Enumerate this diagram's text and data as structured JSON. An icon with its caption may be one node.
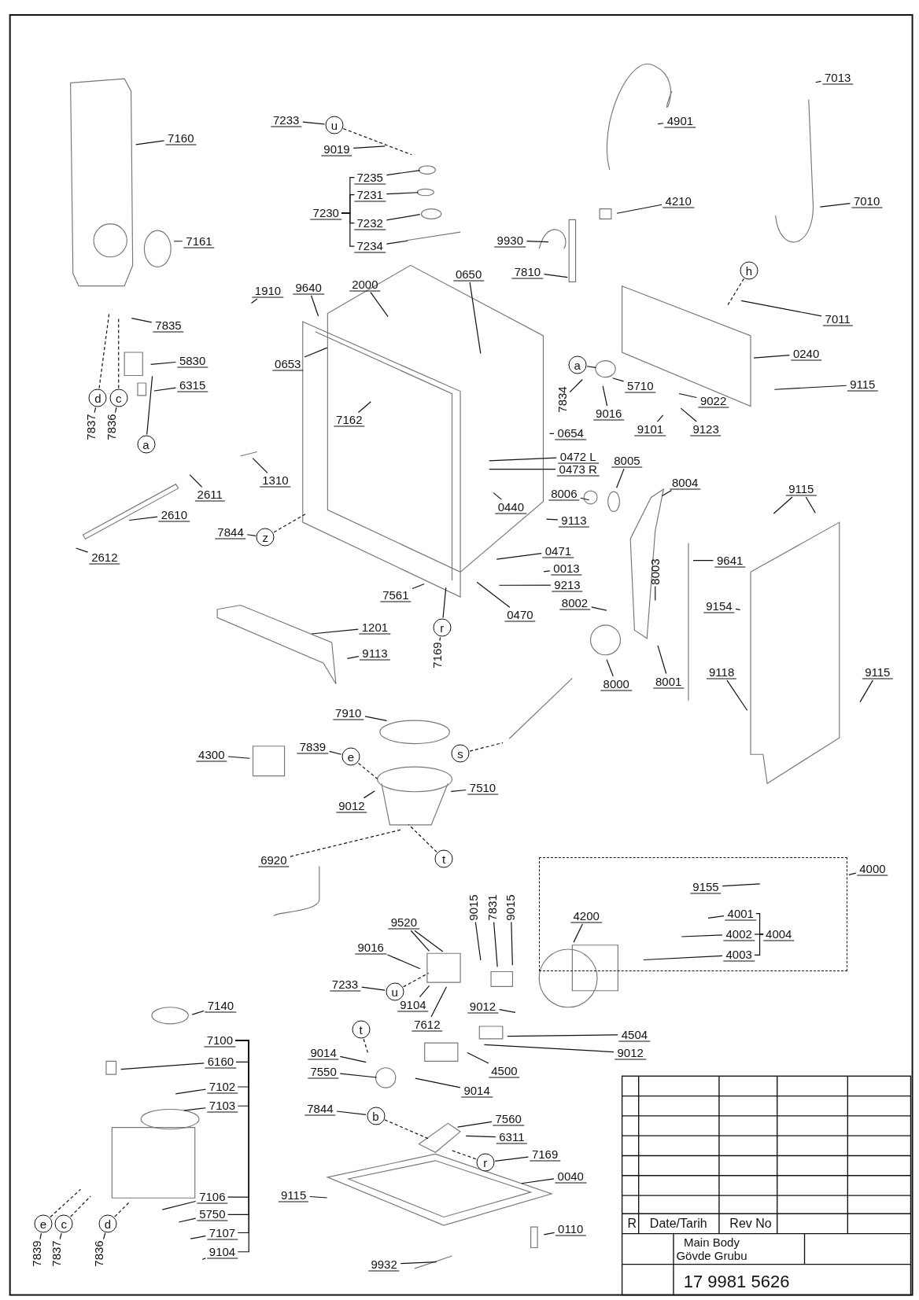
{
  "diagram": {
    "nodes": [
      {
        "text": [
          "7160"
        ]
      },
      {
        "text": [
          "7161"
        ]
      },
      {
        "text": [
          "7835"
        ]
      },
      {
        "text": [
          "5830"
        ]
      },
      {
        "text": [
          "6315"
        ]
      },
      {
        "text": [
          "d"
        ]
      },
      {
        "text": [
          "c"
        ]
      },
      {
        "text": [
          "a"
        ]
      },
      {
        "text": [
          "7837"
        ]
      },
      {
        "text": [
          "7836"
        ]
      },
      {
        "text": [
          "7233"
        ]
      },
      {
        "text": [
          "u"
        ]
      },
      {
        "text": [
          "9019"
        ]
      },
      {
        "text": [
          "7230"
        ]
      },
      {
        "text": [
          "7235"
        ]
      },
      {
        "text": [
          "7231"
        ]
      },
      {
        "text": [
          "7232"
        ]
      },
      {
        "text": [
          "7234"
        ]
      },
      {
        "text": [
          "4901"
        ]
      },
      {
        "text": [
          "4210"
        ]
      },
      {
        "text": [
          "7013"
        ]
      },
      {
        "text": [
          "7010"
        ]
      },
      {
        "text": [
          "9930"
        ]
      },
      {
        "text": [
          "7810"
        ]
      },
      {
        "text": [
          "h"
        ]
      },
      {
        "text": [
          "7011"
        ]
      },
      {
        "text": [
          "0240"
        ]
      },
      {
        "text": [
          "9115"
        ]
      },
      {
        "text": [
          "1910"
        ]
      },
      {
        "text": [
          "9640"
        ]
      },
      {
        "text": [
          "2000"
        ]
      },
      {
        "text": [
          "0650"
        ]
      },
      {
        "text": [
          "0653"
        ]
      },
      {
        "text": [
          "7162"
        ]
      },
      {
        "text": [
          "a"
        ]
      },
      {
        "text": [
          "7834"
        ]
      },
      {
        "text": [
          "5710"
        ]
      },
      {
        "text": [
          "9016"
        ]
      },
      {
        "text": [
          "9101"
        ]
      },
      {
        "text": [
          "9022"
        ]
      },
      {
        "text": [
          "9123"
        ]
      },
      {
        "text": [
          "0654"
        ]
      },
      {
        "text": [
          "0472 L"
        ]
      },
      {
        "text": [
          "0473 R"
        ]
      },
      {
        "text": [
          "8005"
        ]
      },
      {
        "text": [
          "0440"
        ]
      },
      {
        "text": [
          "8006"
        ]
      },
      {
        "text": [
          "8004"
        ]
      },
      {
        "text": [
          "9115"
        ]
      },
      {
        "text": [
          "1310"
        ]
      },
      {
        "text": [
          "2611"
        ]
      },
      {
        "text": [
          "2610"
        ]
      },
      {
        "text": [
          "2612"
        ]
      },
      {
        "text": [
          "7844"
        ]
      },
      {
        "text": [
          "z"
        ]
      },
      {
        "text": [
          "9113"
        ]
      },
      {
        "text": [
          "0471"
        ]
      },
      {
        "text": [
          "0013"
        ]
      },
      {
        "text": [
          "9213"
        ]
      },
      {
        "text": [
          "0470"
        ]
      },
      {
        "text": [
          "8002"
        ]
      },
      {
        "text": [
          "8003"
        ]
      },
      {
        "text": [
          "9641"
        ]
      },
      {
        "text": [
          "9154"
        ]
      },
      {
        "text": [
          "7561"
        ]
      },
      {
        "text": [
          "r"
        ]
      },
      {
        "text": [
          "7169"
        ]
      },
      {
        "text": [
          "1201"
        ]
      },
      {
        "text": [
          "9113"
        ]
      },
      {
        "text": [
          "8000"
        ]
      },
      {
        "text": [
          "8001"
        ]
      },
      {
        "text": [
          "9118"
        ]
      },
      {
        "text": [
          "9115"
        ]
      },
      {
        "text": [
          "7910"
        ]
      },
      {
        "text": [
          "7839"
        ]
      },
      {
        "text": [
          "e"
        ]
      },
      {
        "text": [
          "4300"
        ]
      },
      {
        "text": [
          "9012"
        ]
      },
      {
        "text": [
          "s"
        ]
      },
      {
        "text": [
          "7510"
        ]
      },
      {
        "text": [
          "t"
        ]
      },
      {
        "text": [
          "6920"
        ]
      },
      {
        "text": [
          "4000"
        ]
      },
      {
        "text": [],
        "shape": "box"
      },
      {
        "text": [
          "9155"
        ],
        "in": 83
      },
      {
        "text": [
          "4200"
        ],
        "in": 83
      },
      {
        "text": [
          "4001"
        ],
        "in": 83
      },
      {
        "text": [
          "4002"
        ],
        "in": 83
      },
      {
        "text": [
          "4003"
        ],
        "in": 83
      },
      {
        "text": [
          "4004"
        ],
        "in": 83
      },
      {
        "text": [
          "9015"
        ]
      },
      {
        "text": [
          "7831"
        ]
      },
      {
        "text": [
          "9015"
        ]
      },
      {
        "text": [
          "9520"
        ]
      },
      {
        "text": [
          "9016"
        ]
      },
      {
        "text": [
          "7233"
        ]
      },
      {
        "text": [
          "u"
        ]
      },
      {
        "text": [
          "9104"
        ]
      },
      {
        "text": [
          "7612"
        ]
      },
      {
        "text": [
          "9012"
        ]
      },
      {
        "text": [
          "4504"
        ]
      },
      {
        "text": [
          "7140"
        ]
      },
      {
        "text": [
          "7100"
        ]
      },
      {
        "text": [
          "6160"
        ]
      },
      {
        "text": [
          "7102"
        ]
      },
      {
        "text": [
          "7103"
        ]
      },
      {
        "text": [
          "7106"
        ]
      },
      {
        "text": [
          "5750"
        ]
      },
      {
        "text": [
          "7107"
        ]
      },
      {
        "text": [
          "9104"
        ]
      },
      {
        "text": [
          "9012"
        ]
      },
      {
        "text": [
          "t"
        ]
      },
      {
        "text": [
          "9014"
        ]
      },
      {
        "text": [
          "7550"
        ]
      },
      {
        "text": [
          "4500"
        ]
      },
      {
        "text": [
          "9014"
        ]
      },
      {
        "text": [
          "7844"
        ]
      },
      {
        "text": [
          "b"
        ]
      },
      {
        "text": [
          "7560"
        ]
      },
      {
        "text": [
          "6311"
        ]
      },
      {
        "text": [
          "r"
        ]
      },
      {
        "text": [
          "7169"
        ]
      },
      {
        "text": [
          "0040"
        ]
      },
      {
        "text": [
          "9115"
        ]
      },
      {
        "text": [
          "0110"
        ]
      },
      {
        "text": [
          "e"
        ]
      },
      {
        "text": [
          "c"
        ]
      },
      {
        "text": [
          "d"
        ]
      },
      {
        "text": [
          "7839"
        ]
      },
      {
        "text": [
          "7837"
        ]
      },
      {
        "text": [
          "7836"
        ]
      },
      {
        "text": [
          "9932"
        ]
      }
    ],
    "edges": [
      {
        "from": 0,
        "to": null,
        "arrow": "none"
      },
      {
        "from": 1,
        "to": null,
        "arrow": "none"
      },
      {
        "from": 2,
        "to": null,
        "arrow": "none"
      },
      {
        "from": 3,
        "to": null,
        "arrow": "none"
      },
      {
        "from": 4,
        "to": null,
        "arrow": "none"
      },
      {
        "from": 5,
        "to": null,
        "arrow": "none",
        "style": "dashed"
      },
      {
        "from": 6,
        "to": null,
        "arrow": "none",
        "style": "dashed"
      },
      {
        "from": 7,
        "to": null,
        "arrow": "none"
      },
      {
        "from": 8,
        "to": 5,
        "arrow": "none"
      },
      {
        "from": 9,
        "to": 6,
        "arrow": "none"
      },
      {
        "from": 10,
        "to": 11,
        "arrow": "none"
      },
      {
        "from": 11,
        "to": null,
        "arrow": "none",
        "style": "dashed"
      },
      {
        "from": 12,
        "to": null,
        "arrow": "none"
      },
      {
        "from": 13,
        "to": 14,
        "arrow": "none"
      },
      {
        "from": 13,
        "to": 15,
        "arrow": "none"
      },
      {
        "from": 13,
        "to": 16,
        "arrow": "none"
      },
      {
        "from": 13,
        "to": 17,
        "arrow": "none"
      },
      {
        "from": 14,
        "to": null,
        "arrow": "none"
      },
      {
        "from": 15,
        "to": null,
        "arrow": "none"
      },
      {
        "from": 16,
        "to": null,
        "arrow": "none"
      },
      {
        "from": 17,
        "to": null,
        "arrow": "none"
      },
      {
        "from": 18,
        "to": null,
        "arrow": "none"
      },
      {
        "from": 19,
        "to": null,
        "arrow": "none"
      },
      {
        "from": 20,
        "to": null,
        "arrow": "none"
      },
      {
        "from": 21,
        "to": null,
        "arrow": "none"
      },
      {
        "from": 22,
        "to": null,
        "arrow": "none"
      },
      {
        "from": 23,
        "to": null,
        "arrow": "none"
      },
      {
        "from": 24,
        "to": null,
        "arrow": "none",
        "style": "dashed"
      },
      {
        "from": 25,
        "to": null,
        "arrow": "none"
      },
      {
        "from": 26,
        "to": null,
        "arrow": "none"
      },
      {
        "from": 27,
        "to": null,
        "arrow": "none"
      },
      {
        "from": 28,
        "to": null,
        "arrow": "none"
      },
      {
        "from": 29,
        "to": null,
        "arrow": "none"
      },
      {
        "from": 30,
        "to": null,
        "arrow": "none"
      },
      {
        "from": 31,
        "to": null,
        "arrow": "none"
      },
      {
        "from": 32,
        "to": null,
        "arrow": "none"
      },
      {
        "from": 33,
        "to": null,
        "arrow": "none"
      },
      {
        "from": 34,
        "to": null,
        "arrow": "none"
      },
      {
        "from": 35,
        "to": null,
        "arrow": "none"
      },
      {
        "from": 36,
        "to": null,
        "arrow": "none"
      },
      {
        "from": 37,
        "to": null,
        "arrow": "none"
      },
      {
        "from": 38,
        "to": null,
        "arrow": "none"
      },
      {
        "from": 39,
        "to": null,
        "arrow": "none"
      },
      {
        "from": 40,
        "to": null,
        "arrow": "none"
      },
      {
        "from": 41,
        "to": null,
        "arrow": "none"
      },
      {
        "from": 42,
        "to": null,
        "arrow": "none"
      },
      {
        "from": 43,
        "to": null,
        "arrow": "none"
      },
      {
        "from": 44,
        "to": null,
        "arrow": "none"
      },
      {
        "from": 45,
        "to": null,
        "arrow": "none"
      },
      {
        "from": 46,
        "to": null,
        "arrow": "none"
      },
      {
        "from": 47,
        "to": null,
        "arrow": "none"
      },
      {
        "from": 48,
        "to": null,
        "arrow": "none"
      },
      {
        "from": 48,
        "to": null,
        "arrow": "none"
      },
      {
        "from": 49,
        "to": null,
        "arrow": "none"
      },
      {
        "from": 50,
        "to": null,
        "arrow": "none"
      },
      {
        "from": 51,
        "to": null,
        "arrow": "none"
      },
      {
        "from": 52,
        "to": null,
        "arrow": "none"
      },
      {
        "from": 53,
        "to": 54,
        "arrow": "none"
      },
      {
        "from": 54,
        "to": null,
        "arrow": "none",
        "style": "dashed"
      },
      {
        "from": 55,
        "to": null,
        "arrow": "none"
      },
      {
        "from": 56,
        "to": null,
        "arrow": "none"
      },
      {
        "from": 57,
        "to": null,
        "arrow": "none"
      },
      {
        "from": 58,
        "to": null,
        "arrow": "none"
      },
      {
        "from": 59,
        "to": null,
        "arrow": "none"
      },
      {
        "from": 60,
        "to": null,
        "arrow": "none"
      },
      {
        "from": 61,
        "to": null,
        "arrow": "none"
      },
      {
        "from": 62,
        "to": null,
        "arrow": "none"
      },
      {
        "from": 63,
        "to": null,
        "arrow": "none"
      },
      {
        "from": 64,
        "to": null,
        "arrow": "none"
      },
      {
        "from": 65,
        "to": null,
        "arrow": "none"
      },
      {
        "from": 66,
        "to": 65,
        "arrow": "none"
      },
      {
        "from": 67,
        "to": null,
        "arrow": "none"
      },
      {
        "from": 68,
        "to": null,
        "arrow": "none"
      },
      {
        "from": 69,
        "to": null,
        "arrow": "none"
      },
      {
        "from": 70,
        "to": null,
        "arrow": "none"
      },
      {
        "from": 71,
        "to": null,
        "arrow": "none"
      },
      {
        "from": 72,
        "to": null,
        "arrow": "none"
      },
      {
        "from": 73,
        "to": null,
        "arrow": "none"
      },
      {
        "from": 74,
        "to": 75,
        "arrow": "none"
      },
      {
        "from": 75,
        "to": null,
        "arrow": "none",
        "style": "dashed"
      },
      {
        "from": 76,
        "to": null,
        "arrow": "none"
      },
      {
        "from": 77,
        "to": null,
        "arrow": "none"
      },
      {
        "from": 78,
        "to": null,
        "arrow": "none",
        "style": "dashed"
      },
      {
        "from": 79,
        "to": null,
        "arrow": "none"
      },
      {
        "from": 80,
        "to": null,
        "arrow": "none",
        "style": "dashed"
      },
      {
        "from": 81,
        "to": null,
        "arrow": "none",
        "style": "dashed"
      },
      {
        "from": 82,
        "to": 83,
        "arrow": "none"
      },
      {
        "from": 84,
        "to": null,
        "arrow": "none"
      },
      {
        "from": 85,
        "to": null,
        "arrow": "none"
      },
      {
        "from": 86,
        "to": null,
        "arrow": "none"
      },
      {
        "from": 87,
        "to": null,
        "arrow": "none"
      },
      {
        "from": 88,
        "to": null,
        "arrow": "none"
      },
      {
        "from": 89,
        "to": 86,
        "arrow": "none"
      },
      {
        "from": 89,
        "to": 87,
        "arrow": "none"
      },
      {
        "from": 89,
        "to": 88,
        "arrow": "none"
      },
      {
        "from": 90,
        "to": null,
        "arrow": "none"
      },
      {
        "from": 91,
        "to": null,
        "arrow": "none"
      },
      {
        "from": 92,
        "to": null,
        "arrow": "none"
      },
      {
        "from": 93,
        "to": null,
        "arrow": "none"
      },
      {
        "from": 93,
        "to": null,
        "arrow": "none"
      },
      {
        "from": 94,
        "to": null,
        "arrow": "none"
      },
      {
        "from": 95,
        "to": 96,
        "arrow": "none"
      },
      {
        "from": 96,
        "to": null,
        "arrow": "none",
        "style": "dashed"
      },
      {
        "from": 97,
        "to": null,
        "arrow": "none"
      },
      {
        "from": 98,
        "to": null,
        "arrow": "none"
      },
      {
        "from": 99,
        "to": null,
        "arrow": "none"
      },
      {
        "from": 100,
        "to": null,
        "arrow": "none"
      },
      {
        "from": 101,
        "to": null,
        "arrow": "none"
      },
      {
        "from": 102,
        "to": 103,
        "arrow": "none"
      },
      {
        "from": 102,
        "to": 104,
        "arrow": "none"
      },
      {
        "from": 102,
        "to": 105,
        "arrow": "none"
      },
      {
        "from": 102,
        "to": 106,
        "arrow": "none"
      },
      {
        "from": 102,
        "to": 107,
        "arrow": "none"
      },
      {
        "from": 102,
        "to": 108,
        "arrow": "none"
      },
      {
        "from": 102,
        "to": 109,
        "arrow": "none"
      },
      {
        "from": 103,
        "to": null,
        "arrow": "none"
      },
      {
        "from": 104,
        "to": null,
        "arrow": "none"
      },
      {
        "from": 105,
        "to": null,
        "arrow": "none"
      },
      {
        "from": 106,
        "to": null,
        "arrow": "none"
      },
      {
        "from": 107,
        "to": null,
        "arrow": "none"
      },
      {
        "from": 108,
        "to": null,
        "arrow": "none"
      },
      {
        "from": 109,
        "to": null,
        "arrow": "none"
      },
      {
        "from": 110,
        "to": null,
        "arrow": "none"
      },
      {
        "from": 111,
        "to": null,
        "arrow": "none",
        "style": "dashed"
      },
      {
        "from": 112,
        "to": null,
        "arrow": "none"
      },
      {
        "from": 113,
        "to": null,
        "arrow": "none"
      },
      {
        "from": 114,
        "to": null,
        "arrow": "none"
      },
      {
        "from": 115,
        "to": null,
        "arrow": "none"
      },
      {
        "from": 116,
        "to": 117,
        "arrow": "none"
      },
      {
        "from": 117,
        "to": null,
        "arrow": "none",
        "style": "dashed"
      },
      {
        "from": 118,
        "to": null,
        "arrow": "none"
      },
      {
        "from": 119,
        "to": null,
        "arrow": "none"
      },
      {
        "from": 120,
        "to": null,
        "arrow": "none",
        "style": "dashed"
      },
      {
        "from": 121,
        "to": 120,
        "arrow": "none"
      },
      {
        "from": 122,
        "to": null,
        "arrow": "none"
      },
      {
        "from": 123,
        "to": null,
        "arrow": "none"
      },
      {
        "from": 124,
        "to": null,
        "arrow": "none"
      },
      {
        "from": 125,
        "to": null,
        "arrow": "none",
        "style": "dashed"
      },
      {
        "from": 126,
        "to": null,
        "arrow": "none",
        "style": "dashed"
      },
      {
        "from": 127,
        "to": null,
        "arrow": "none",
        "style": "dashed"
      },
      {
        "from": 128,
        "to": 125,
        "arrow": "none"
      },
      {
        "from": 129,
        "to": 126,
        "arrow": "none"
      },
      {
        "from": 130,
        "to": 127,
        "arrow": "none"
      },
      {
        "from": 131,
        "to": null,
        "arrow": "none"
      }
    ],
    "labels": [
      "R",
      "Date/Tarih",
      "Rev No",
      "Main Body",
      "Gövde Grubu",
      "17 9981 5626"
    ]
  }
}
